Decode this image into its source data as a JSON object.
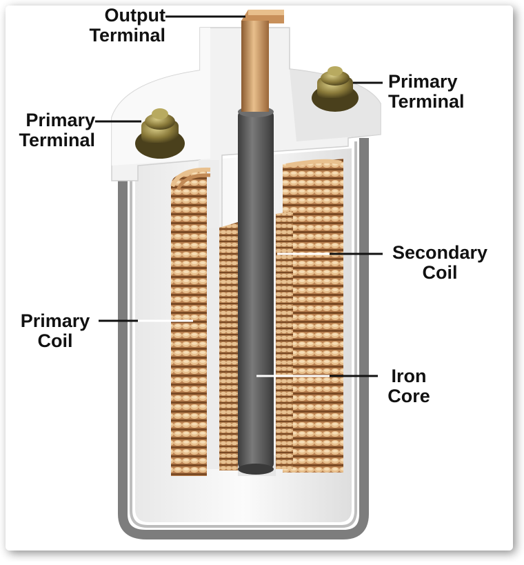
{
  "labels": {
    "output_terminal": [
      "Output",
      "Terminal"
    ],
    "primary_terminal_left": [
      "Primary",
      "Terminal"
    ],
    "primary_terminal_right": [
      "Primary",
      "Terminal"
    ],
    "secondary_coil": [
      "Secondary",
      "Coil"
    ],
    "primary_coil": [
      "Primary",
      "Coil"
    ],
    "iron_core": [
      "Iron",
      "Core"
    ]
  },
  "colors": {
    "copper_light": "#e4b784",
    "copper_mid": "#c8905a",
    "copper_dark": "#8a5a30",
    "iron": "#5f5f5f",
    "casing_white": "#f4f4f4",
    "casing_metal": "#7d7d7d",
    "brass": "#8a7a3a",
    "leader_line": "#111111"
  }
}
